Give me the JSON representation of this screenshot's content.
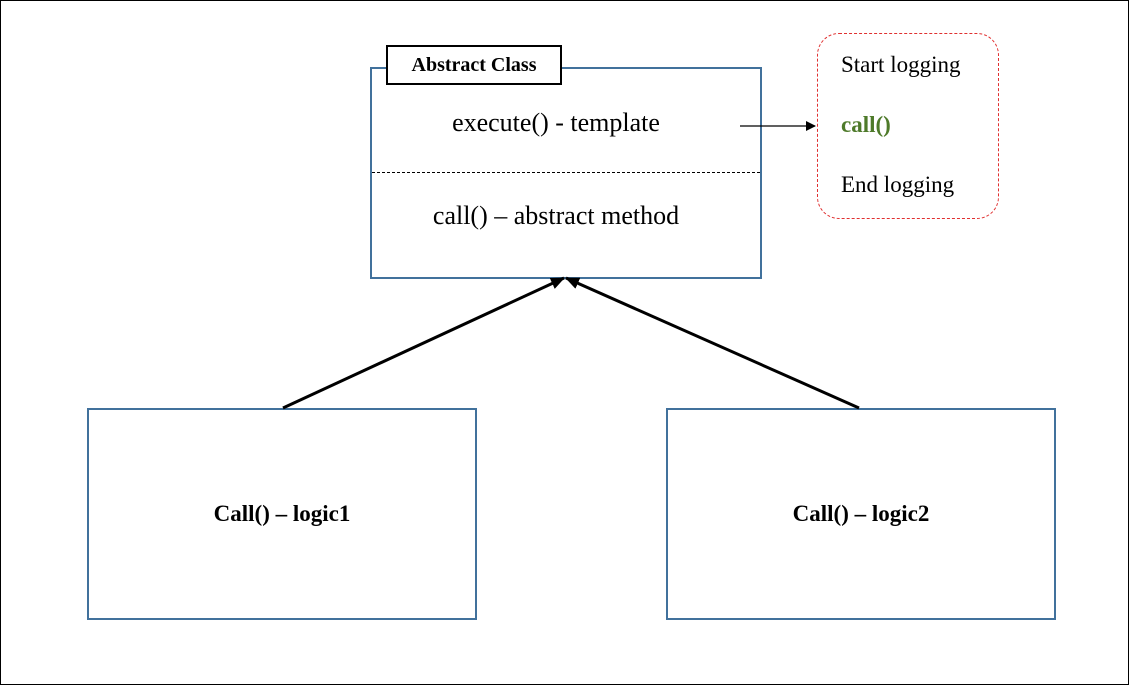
{
  "abstract_class": {
    "title": "Abstract Class",
    "template_method": "execute() - template",
    "abstract_method": "call() – abstract method"
  },
  "template_steps": {
    "start": "Start logging",
    "call": "call()",
    "end": "End logging"
  },
  "subclasses": [
    {
      "label": "Call() – logic1"
    },
    {
      "label": "Call() – logic2"
    }
  ],
  "colors": {
    "box_border": "#41719c",
    "template_border": "#e03030",
    "call_highlight": "#4e7a2a",
    "arrow": "#000000"
  }
}
